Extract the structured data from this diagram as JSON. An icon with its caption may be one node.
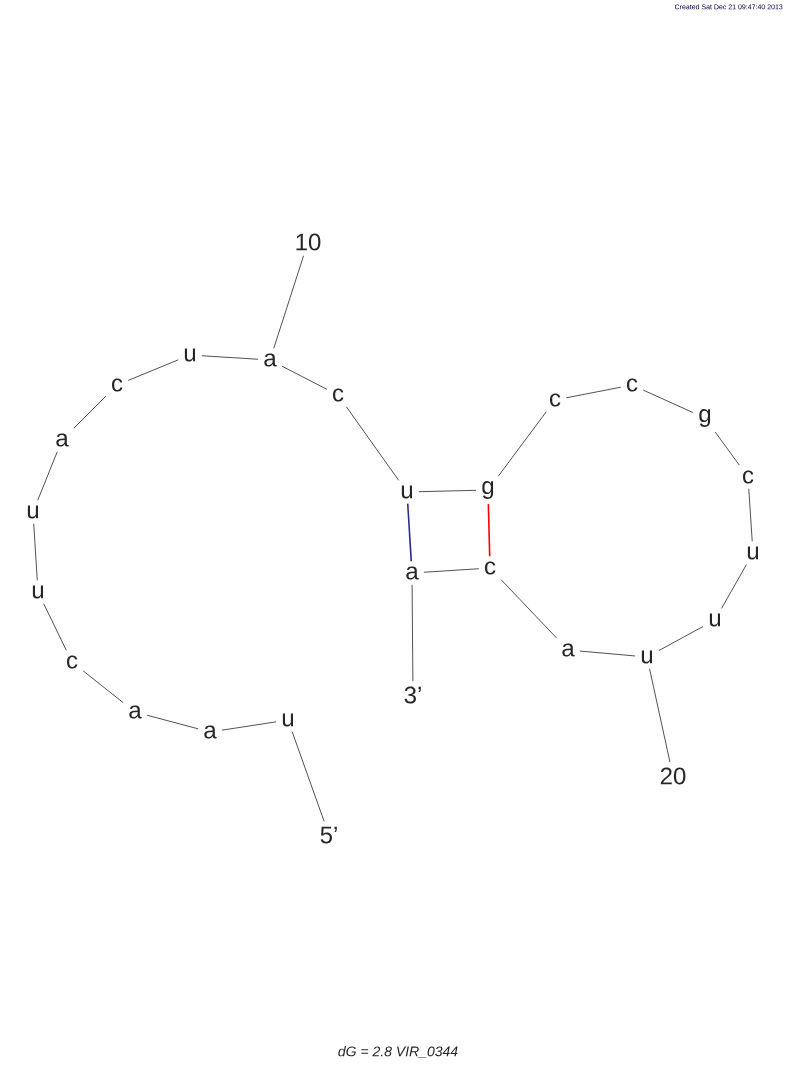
{
  "diagram": {
    "caption": "dG = 2.8 VIR_0344",
    "nodes": [
      {
        "text": [
          "u"
        ]
      },
      {
        "text": [
          "a"
        ]
      },
      {
        "text": [
          "a"
        ]
      },
      {
        "text": [
          "c"
        ]
      },
      {
        "text": [
          "u"
        ]
      },
      {
        "text": [
          "u"
        ]
      },
      {
        "text": [
          "a"
        ]
      },
      {
        "text": [
          "c"
        ]
      },
      {
        "text": [
          "u"
        ]
      },
      {
        "text": [
          "a"
        ]
      },
      {
        "text": [
          "c"
        ]
      },
      {
        "text": [
          "u"
        ]
      },
      {
        "text": [
          "g"
        ]
      },
      {
        "text": [
          "c"
        ]
      },
      {
        "text": [
          "c"
        ]
      },
      {
        "text": [
          "g"
        ]
      },
      {
        "text": [
          "c"
        ]
      },
      {
        "text": [
          "u"
        ]
      },
      {
        "text": [
          "u"
        ]
      },
      {
        "text": [
          "u"
        ]
      },
      {
        "text": [
          "a"
        ]
      },
      {
        "text": [
          "c"
        ]
      },
      {
        "text": [
          "a"
        ]
      },
      {
        "text": [
          "10"
        ]
      },
      {
        "text": [
          "20"
        ]
      },
      {
        "text": [
          "5’"
        ]
      },
      {
        "text": [
          "3’"
        ]
      }
    ],
    "edges": [
      {
        "from": 0,
        "to": 1,
        "arrow": "none"
      },
      {
        "from": 1,
        "to": 2,
        "arrow": "none"
      },
      {
        "from": 2,
        "to": 3,
        "arrow": "none"
      },
      {
        "from": 3,
        "to": 4,
        "arrow": "none"
      },
      {
        "from": 4,
        "to": 5,
        "arrow": "none"
      },
      {
        "from": 5,
        "to": 6,
        "arrow": "none"
      },
      {
        "from": 6,
        "to": 7,
        "arrow": "none"
      },
      {
        "from": 7,
        "to": 8,
        "arrow": "none"
      },
      {
        "from": 8,
        "to": 9,
        "arrow": "none"
      },
      {
        "from": 9,
        "to": 10,
        "arrow": "none"
      },
      {
        "from": 10,
        "to": 11,
        "arrow": "none"
      },
      {
        "from": 11,
        "to": 12,
        "arrow": "none"
      },
      {
        "from": 12,
        "to": 13,
        "arrow": "none"
      },
      {
        "from": 13,
        "to": 14,
        "arrow": "none"
      },
      {
        "from": 14,
        "to": 15,
        "arrow": "none"
      },
      {
        "from": 15,
        "to": 16,
        "arrow": "none"
      },
      {
        "from": 16,
        "to": 17,
        "arrow": "none"
      },
      {
        "from": 17,
        "to": 18,
        "arrow": "none"
      },
      {
        "from": 18,
        "to": 19,
        "arrow": "none"
      },
      {
        "from": 19,
        "to": 20,
        "arrow": "none"
      },
      {
        "from": 20,
        "to": 21,
        "arrow": "none"
      },
      {
        "from": 21,
        "to": 22,
        "arrow": "none"
      },
      {
        "from": 11,
        "to": 22,
        "arrow": "none",
        "color": "#2a2a8c"
      },
      {
        "from": 12,
        "to": 21,
        "arrow": "none",
        "color": "#ff0000"
      },
      {
        "from": 23,
        "to": 9,
        "arrow": "none"
      },
      {
        "from": 24,
        "to": 19,
        "arrow": "none"
      },
      {
        "from": 25,
        "to": 0,
        "arrow": "none"
      },
      {
        "from": 26,
        "to": 22,
        "arrow": "none"
      }
    ],
    "labels": [
      "Created Sat Dec 21 09:47:40 2013"
    ]
  }
}
